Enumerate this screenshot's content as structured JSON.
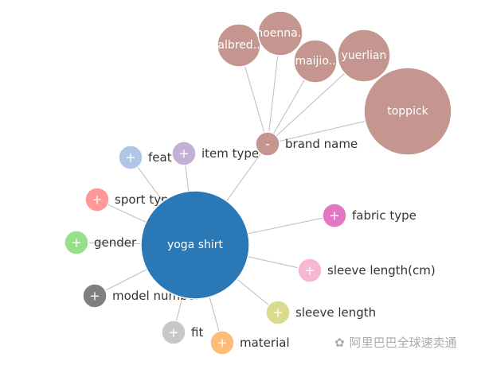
{
  "root": {
    "label": "yoga shirt",
    "color": "#2a78b5"
  },
  "expanded": {
    "label": "brand name",
    "symbol": "-",
    "color": "#c4968f",
    "children": [
      {
        "label": "albred.."
      },
      {
        "label": "hoenna.."
      },
      {
        "label": "maijio.."
      },
      {
        "label": "yuerlian"
      },
      {
        "label": "toppick"
      }
    ]
  },
  "nodes": [
    {
      "label": "feat",
      "symbol": "+",
      "color": "#aec7e8"
    },
    {
      "label": "item type",
      "symbol": "+",
      "color": "#c5b0d5"
    },
    {
      "label": "sport type",
      "symbol": "+",
      "color": "#ff9896"
    },
    {
      "label": "gender",
      "symbol": "+",
      "color": "#98df8a"
    },
    {
      "label": "model number",
      "symbol": "+",
      "color": "#7f7f7f"
    },
    {
      "label": "fit",
      "symbol": "+",
      "color": "#c7c7c7"
    },
    {
      "label": "material",
      "symbol": "+",
      "color": "#ffbb78"
    },
    {
      "label": "sleeve length",
      "symbol": "+",
      "color": "#dbdb8d"
    },
    {
      "label": "sleeve length(cm)",
      "symbol": "+",
      "color": "#f7b6d2"
    },
    {
      "label": "fabric type",
      "symbol": "+",
      "color": "#e377c2"
    }
  ],
  "watermark": {
    "text": "阿里巴巴全球速卖通",
    "icon": "wechat-icon"
  }
}
